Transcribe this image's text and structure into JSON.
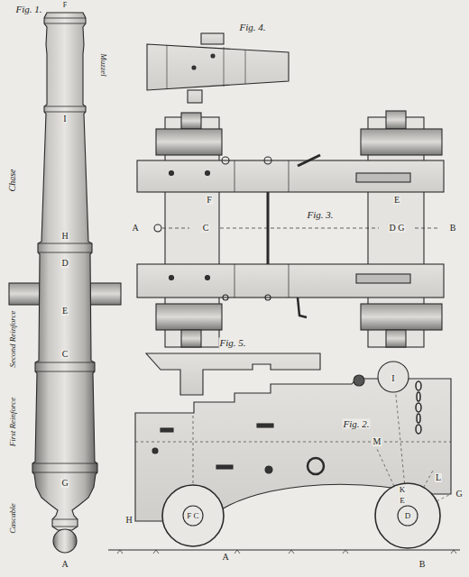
{
  "diagram": {
    "labels": [
      "Fig. 1.",
      "F",
      "Muzzel",
      "I",
      "Chase",
      "H",
      "D",
      "E",
      "Second Reinforce",
      "C",
      "First Reinforce",
      "G",
      "Cascable",
      "A",
      "Fig. 4.",
      "Fig. 3.",
      "A",
      "F",
      "C",
      "E",
      "D G",
      "B",
      "Fig. 5.",
      "Fig. 2.",
      "I",
      "M",
      "L",
      "K",
      "E",
      "G",
      "H",
      "F C",
      "A",
      "D",
      "B"
    ]
  }
}
